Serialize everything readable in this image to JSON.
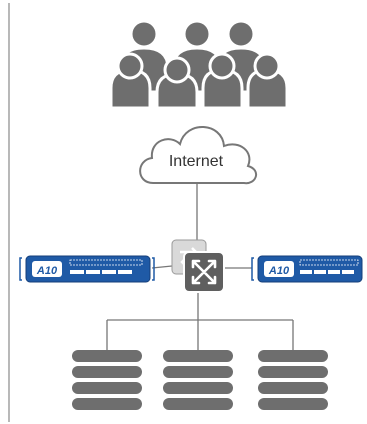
{
  "diagram": {
    "cloud_label": "Internet",
    "appliance_logo_text": "A10",
    "colors": {
      "people": "#6e6e6e",
      "cloud_stroke": "#777777",
      "line": "#777777",
      "appliance_blue": "#1f5aa6",
      "appliance_dark": "#163f7a",
      "switch_dark": "#5f5f5f",
      "switch_light": "#d9d9d9",
      "server": "#6e6e6e",
      "divider": "#8a8a8a"
    },
    "nodes": [
      {
        "id": "users",
        "kind": "people-group-icon",
        "count": 7
      },
      {
        "id": "internet",
        "kind": "cloud-icon"
      },
      {
        "id": "switch-back",
        "kind": "switch-icon"
      },
      {
        "id": "switch-front",
        "kind": "switch-icon"
      },
      {
        "id": "adc-left",
        "kind": "a10-appliance"
      },
      {
        "id": "adc-right",
        "kind": "a10-appliance"
      },
      {
        "id": "server-1",
        "kind": "server-stack-icon",
        "units": 4
      },
      {
        "id": "server-2",
        "kind": "server-stack-icon",
        "units": 4
      },
      {
        "id": "server-3",
        "kind": "server-stack-icon",
        "units": 4
      }
    ],
    "edges": [
      {
        "from": "internet",
        "to": "switch-back"
      },
      {
        "from": "adc-left",
        "to": "switch-back"
      },
      {
        "from": "switch-back",
        "to": "adc-right"
      },
      {
        "from": "switch-front",
        "to": "server-1"
      },
      {
        "from": "switch-front",
        "to": "server-2"
      },
      {
        "from": "switch-front",
        "to": "server-3"
      }
    ]
  }
}
